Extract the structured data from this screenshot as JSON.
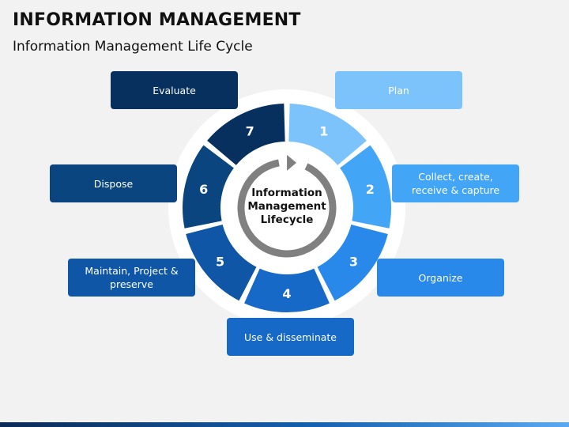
{
  "title": "INFORMATION MANAGEMENT",
  "subtitle": "Information Management Life Cycle",
  "center_label": [
    "Information",
    "Management",
    "Lifecycle"
  ],
  "stages": [
    {
      "number": "1",
      "label": "Plan",
      "color": "#7cc2fb"
    },
    {
      "number": "2",
      "label": "Collect, create,\nreceive & capture",
      "color": "#42a5f5"
    },
    {
      "number": "3",
      "label": "Organize",
      "color": "#2889ea"
    },
    {
      "number": "4",
      "label": "Use & disseminate",
      "color": "#1669c7"
    },
    {
      "number": "5",
      "label": "Maintain, Project &\npreserve",
      "color": "#0f57a6"
    },
    {
      "number": "6",
      "label": "Dispose",
      "color": "#0b4580"
    },
    {
      "number": "7",
      "label": "Evaluate",
      "color": "#07305e"
    }
  ],
  "colors": {
    "ring": "#ffffff",
    "cycle_arrow": "#808080",
    "background": "#f2f2f2"
  }
}
